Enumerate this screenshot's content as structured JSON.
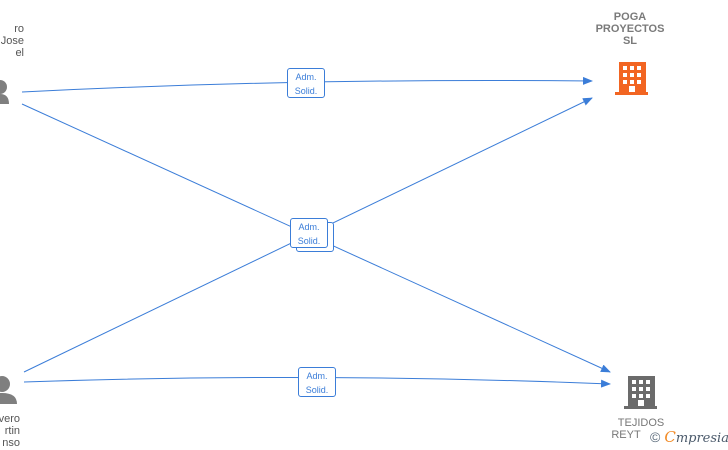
{
  "persons": [
    {
      "name_lines": [
        "ro",
        "Jose",
        "el"
      ]
    },
    {
      "name_lines": [
        "vero",
        "rtin",
        "nso"
      ]
    }
  ],
  "companies": [
    {
      "name_lines": [
        "POGA",
        "PROYECTOS",
        "SL"
      ],
      "color": "#f26522"
    },
    {
      "name_lines": [
        "TEJIDOS",
        "REYT"
      ],
      "color": "#6b6b6b"
    }
  ],
  "relations": [
    {
      "label_lines": [
        "Adm.",
        "Solid."
      ]
    },
    {
      "label_lines": [
        "Adm.",
        "Solid."
      ]
    },
    {
      "label_lines": [
        "Adm.",
        "Solid."
      ]
    }
  ],
  "colors": {
    "edge": "#3b7dd8",
    "person_icon": "#7f7f7f",
    "company_active": "#f26522",
    "company_inactive": "#6b6b6b"
  },
  "brand": {
    "copyright": "©",
    "initial": "C",
    "rest": "mpresia"
  }
}
